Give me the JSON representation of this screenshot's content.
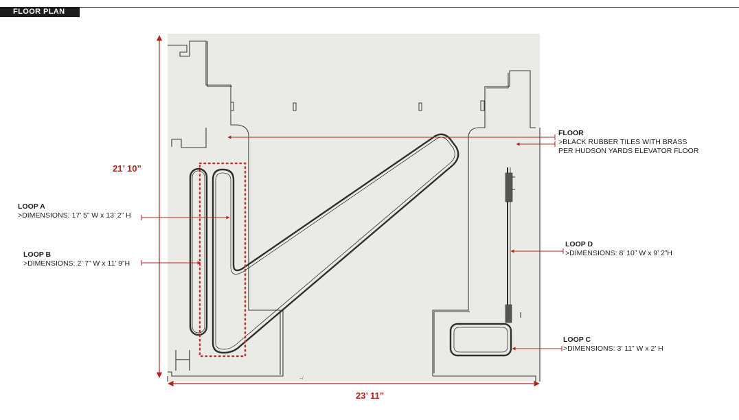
{
  "header": {
    "title": "FLOOR PLAN"
  },
  "dimensions": {
    "height": "21’ 10”",
    "width": "23’ 11”"
  },
  "labels": {
    "floor": {
      "title": "FLOOR",
      "line1": ">BLACK RUBBER TILES WITH BRASS",
      "line2": "PER HUDSON YARDS ELEVATOR FLOOR"
    },
    "loop_a": {
      "title": "LOOP A",
      "desc": ">DIMENSIONS: 17’ 5” W x 13’ 2” H"
    },
    "loop_b": {
      "title": "LOOP B",
      "desc": ">DIMENSIONS: 2’ 7” W x 11’ 9”H"
    },
    "loop_d": {
      "title": "LOOP D",
      "desc": ">DIMENSIONS: 8’ 10” W x 9’ 2”H"
    },
    "loop_c": {
      "title": "LOOP C",
      "desc": ">DIMENSIONS: 3’ 11” W x 2’ H"
    }
  },
  "colors": {
    "dimension": "#b3241f",
    "paper": "#ebebe5",
    "ink": "#1d1d1b"
  }
}
